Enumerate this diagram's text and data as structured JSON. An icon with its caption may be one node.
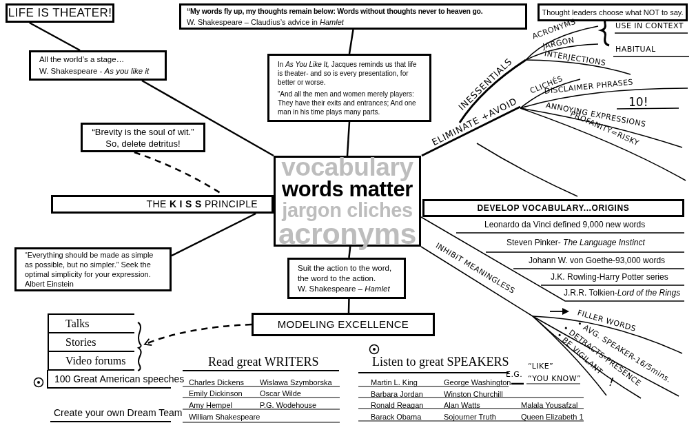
{
  "diagram": {
    "nodes": [
      {
        "text": [
          "vocabulary",
          "words matter",
          "jargon cliches",
          "acronyms"
        ]
      },
      {
        "text": [
          "LIFE IS THEATER!"
        ]
      },
      {
        "text": [
          "All the world’s a stage…",
          "W. Shakespeare - *As you like it*"
        ]
      },
      {
        "text": [
          "“My words fly up, my thoughts remain below: Words without thoughts never to heaven go.",
          "W. Shakespeare – Claudius’s advice in *Hamlet*"
        ]
      },
      {
        "text": [
          "In *As You Like It,* Jacques reminds us that life is theater- and so is every presentation, for better or worse.",
          "“And all the men and women merely players: They have their exits and entrances; And one man in his time plays many parts."
        ]
      },
      {
        "text": [
          "Thought leaders choose what NOT to say."
        ]
      },
      {
        "text": [
          "“Brevity is the soul of wit.”",
          "So, delete detritus!"
        ]
      },
      {
        "text": [
          "THE **K I S S** PRINCIPLE"
        ]
      },
      {
        "text": [
          "“Everything should be made as simple as possible, but no simpler.” Seek the optimal simplicity for your expression.",
          "Albert Einstein"
        ]
      },
      {
        "text": [
          "Suit the action to the word, the word to the action.",
          "W. Shakespeare – *Hamlet*"
        ]
      },
      {
        "text": [
          "MODELING EXCELLENCE"
        ]
      },
      {
        "text": [
          "DEVELOP VOCABULARY...ORIGINS"
        ]
      },
      {
        "text": [
          "Talks",
          "Stories",
          "Video forums"
        ]
      }
    ],
    "edges": [
      {
        "from": 1,
        "to": 2,
        "arrow": "none"
      },
      {
        "from": 2,
        "to": 0,
        "arrow": "none"
      },
      {
        "from": 3,
        "to": 4,
        "arrow": "none"
      },
      {
        "from": 4,
        "to": 0,
        "arrow": "none"
      },
      {
        "from": 6,
        "to": 7,
        "arrow": "none",
        "style": "dashed"
      },
      {
        "from": 7,
        "to": 8,
        "arrow": "none"
      },
      {
        "from": 0,
        "to": 9,
        "arrow": "none"
      },
      {
        "from": 9,
        "to": 10,
        "arrow": "none"
      },
      {
        "from": 10,
        "to": 12,
        "arrow": "to",
        "style": "dashed"
      }
    ],
    "labels": [
      "ELIMINATE +AVOID",
      "INESSENTIALS",
      "ACRONYMS",
      "JARGON",
      "INTERJECTIONS",
      "USE IN CONTEXT",
      "HABITUAL",
      "CLICHÉS",
      "DISCLAIMER PHRASES",
      "10!",
      "ANNOYING EXPRESSIONS",
      "PROFANITY=RISKY",
      "INHIBIT MEANINGLESS",
      "Leonardo da Vinci defined 9,000 new words",
      "Steven Pinker- *The Language Instinct*",
      "Johann W. von Goethe-93,000 words",
      "J.K. Rowling-Harry Potter series",
      "J.R.R. Tolkien-*Lord of the Rings*",
      "FILLER WORDS",
      "• AVG. SPEAKER-16/5mins.",
      "• DETRACTS-PRESENCE",
      "• BE VIGILANT",
      "!",
      "E.G.",
      "“LIKE”",
      "“YOU KNOW”",
      "100 Great American speeches",
      "Create your own Dream Team",
      "Read great WRITERS",
      "Charles Dickens",
      "Wislawa Szymborska",
      "Emily Dickinson",
      "Oscar Wilde",
      "Amy Hempel",
      "P.G. Wodehouse",
      "William Shakespeare",
      "Listen to great SPEAKERS",
      "Martin L. King",
      "George Washington",
      "Barbara Jordan",
      "Winston Churchill",
      "Ronald Reagan",
      "Alan Watts",
      "Malala Yousafzal",
      "Barack Obama",
      "Sojourner Truth",
      "Queen Elizabeth 1"
    ]
  }
}
